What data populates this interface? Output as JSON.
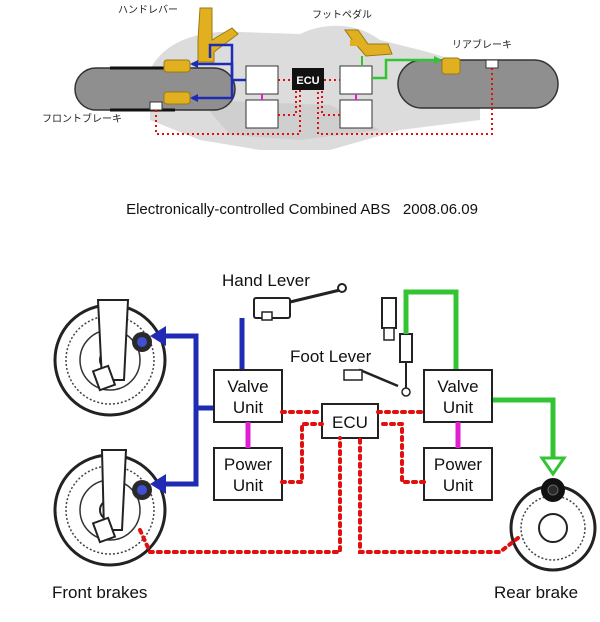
{
  "top_diagram": {
    "labels": {
      "hand_lever": "ハンドレバー",
      "foot_pedal": "フットペダル",
      "rear_brake": "リアブレーキ",
      "front_brake": "フロントブレーキ",
      "ecu": "ECU"
    },
    "caption": "Electronically-controlled Combined ABS   2008.06.09"
  },
  "bottom_diagram": {
    "labels": {
      "hand_lever": "Hand Lever",
      "foot_lever": "Foot Lever",
      "valve_unit_left_1": "Valve",
      "valve_unit_left_2": "Unit",
      "power_unit_left_1": "Power",
      "power_unit_left_2": "Unit",
      "valve_unit_right_1": "Valve",
      "valve_unit_right_2": "Unit",
      "power_unit_right_1": "Power",
      "power_unit_right_2": "Unit",
      "ecu": "ECU",
      "front_brakes": "Front brakes",
      "rear_brake": "Rear brake"
    }
  },
  "colors": {
    "front_line": "#1f2bb5",
    "rear_line": "#33c433",
    "power_link": "#e020d0",
    "signal_line": "#e01010",
    "caliper_gold": "#e0b020",
    "tire_gray": "#8f8f8f"
  }
}
